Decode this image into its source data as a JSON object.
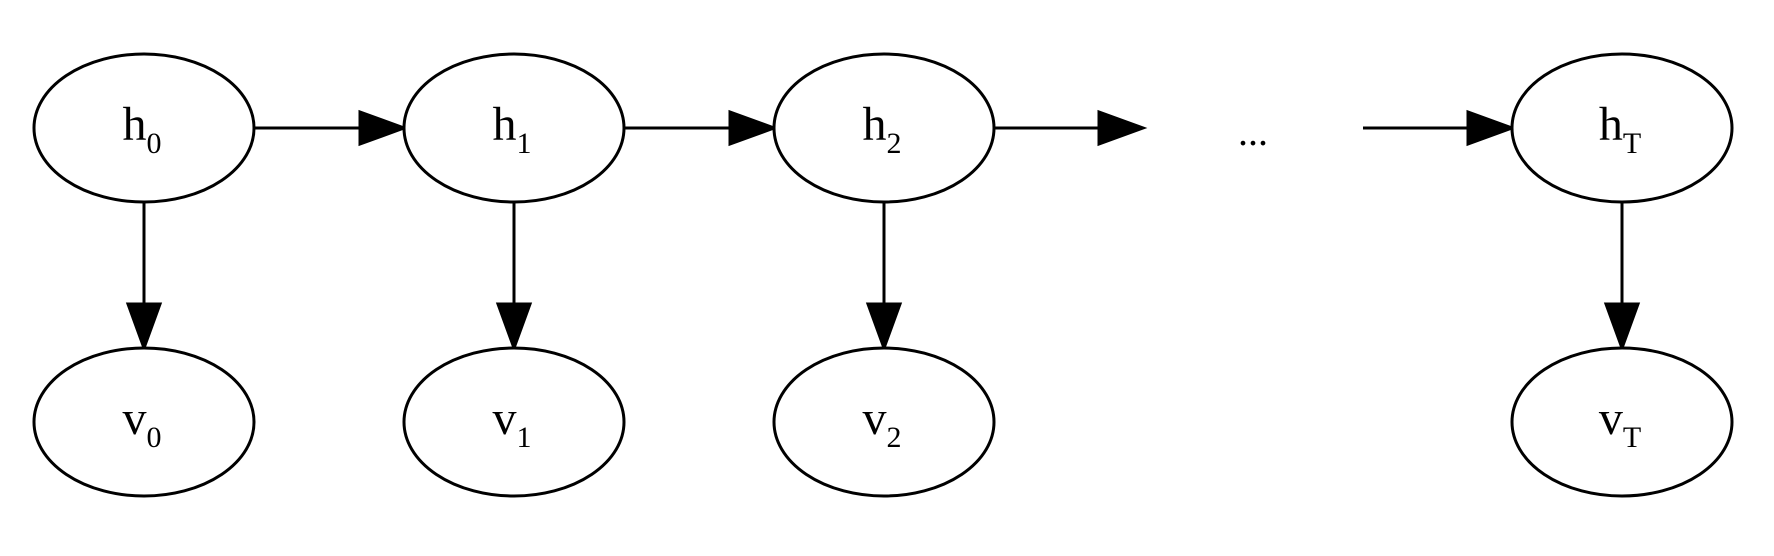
{
  "diagram": {
    "nodes": [
      {
        "id": "h0",
        "base": "h",
        "sub": "0"
      },
      {
        "id": "h1",
        "base": "h",
        "sub": "1"
      },
      {
        "id": "h2",
        "base": "h",
        "sub": "2"
      },
      {
        "id": "hT",
        "base": "h",
        "sub": "T"
      },
      {
        "id": "v0",
        "base": "v",
        "sub": "0"
      },
      {
        "id": "v1",
        "base": "v",
        "sub": "1"
      },
      {
        "id": "v2",
        "base": "v",
        "sub": "2"
      },
      {
        "id": "vT",
        "base": "v",
        "sub": "T"
      }
    ],
    "ellipsis": {
      "id": "ellipsis",
      "label": "..."
    },
    "edges": [
      {
        "from": "h0",
        "to": "h1"
      },
      {
        "from": "h1",
        "to": "h2"
      },
      {
        "from": "h2",
        "to": "ellipsis"
      },
      {
        "from": "ellipsis",
        "to": "hT"
      },
      {
        "from": "h0",
        "to": "v0"
      },
      {
        "from": "h1",
        "to": "v1"
      },
      {
        "from": "h2",
        "to": "v2"
      },
      {
        "from": "hT",
        "to": "vT"
      }
    ]
  }
}
